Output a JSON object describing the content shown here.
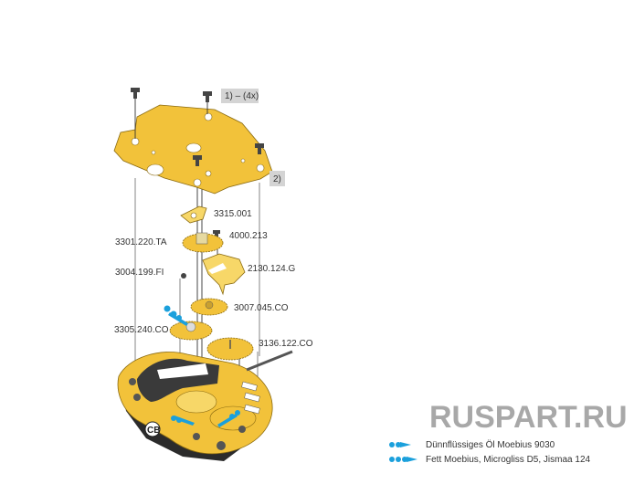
{
  "callouts": {
    "screws_qty": "1) – (4x)",
    "note_2": "2)"
  },
  "parts": {
    "p3315": "3315.001",
    "p4000": "4000.213",
    "p3301": "3301.220.TA",
    "p2130": "2130.124.G",
    "p3004": "3004.199.FI",
    "p3007": "3007.045.CO",
    "p3305": "3305.240.CO",
    "p3136": "3136.122.CO"
  },
  "plate_mark": "CB",
  "legend": [
    {
      "icon": "oil-drops-2-icon",
      "text": "Dünnflüssiges Öl Moebius 9030",
      "color": "#1ba0dc"
    },
    {
      "icon": "oil-drops-3-icon",
      "text": "Fett Moebius, Microgliss D5, Jismaa 124",
      "color": "#1ba0dc"
    }
  ],
  "watermark": "RUSPART.RU"
}
